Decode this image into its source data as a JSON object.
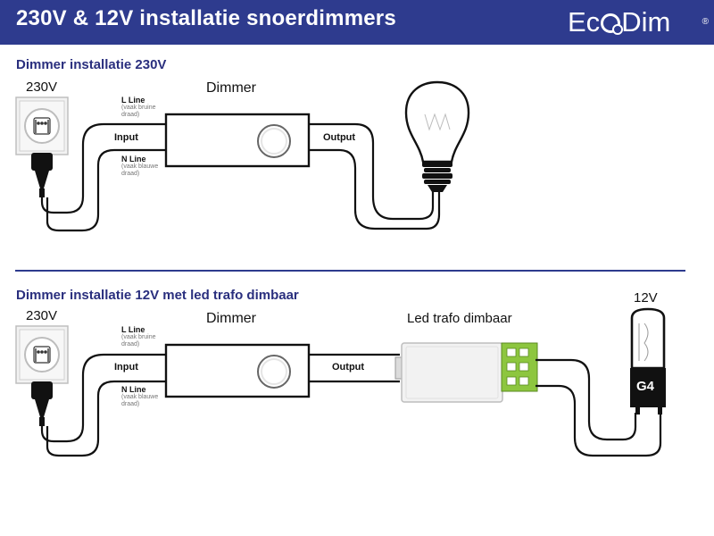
{
  "header": {
    "title": "230V & 12V installatie snoerdimmers",
    "logo": {
      "part1": "Ec",
      "part2": "Dim",
      "reg": "®"
    },
    "bg_color": "#2e3b8e"
  },
  "sections": [
    {
      "title": "Dimmer installatie 230V",
      "voltage": "230V",
      "dimmer_label": "Dimmer",
      "input_label": "Input",
      "output_label": "Output",
      "l_line": "L Line",
      "l_line_note": "(vaak bruine draad)",
      "n_line": "N Line",
      "n_line_note": "(vaak blauwe draad)"
    },
    {
      "title": "Dimmer installatie 12V met led trafo dimbaar",
      "voltage": "230V",
      "dimmer_label": "Dimmer",
      "input_label": "Input",
      "output_label": "Output",
      "l_line": "L Line",
      "l_line_note": "(vaak bruine draad)",
      "n_line": "N Line",
      "n_line_note": "(vaak blauwe draad)",
      "trafo_label": "Led trafo dimbaar",
      "lamp_voltage": "12V",
      "lamp_type": "G4"
    }
  ],
  "colors": {
    "accent": "#2e3b8e",
    "terminal": "#8dc63f",
    "wire": "#1a1a1a"
  }
}
